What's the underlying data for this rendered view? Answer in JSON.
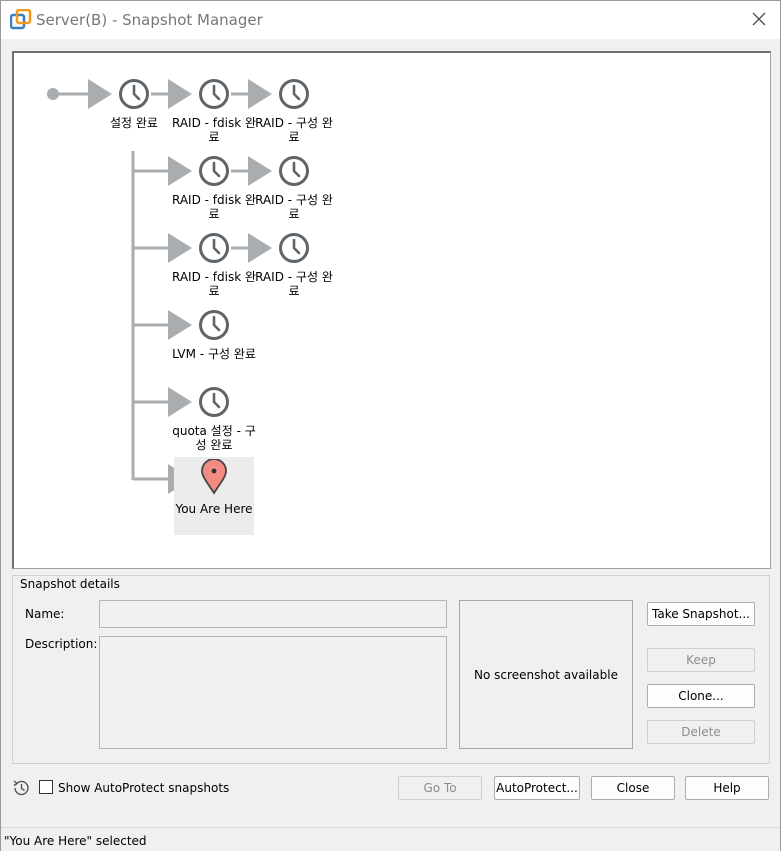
{
  "window": {
    "title": "Server(B) - Snapshot Manager",
    "status": "\"You Are Here\" selected"
  },
  "tree": {
    "nodes": [
      {
        "label": "설정 완료"
      },
      {
        "label": "RAID - fdisk 완료"
      },
      {
        "label": "RAID - 구성 완료"
      },
      {
        "label": "RAID - fdisk 완료"
      },
      {
        "label": "RAID - 구성 완료"
      },
      {
        "label": "RAID - fdisk 완료"
      },
      {
        "label": "RAID - 구성 완료"
      },
      {
        "label": "LVM - 구성 완료"
      },
      {
        "label": "quota 설정 - 구성 완료"
      },
      {
        "label": "You Are Here"
      }
    ]
  },
  "details": {
    "legend": "Snapshot details",
    "name_label": "Name:",
    "name_value": "",
    "description_label": "Description:",
    "description_value": "",
    "preview_text": "No screenshot available"
  },
  "buttons": {
    "take_snapshot": "Take Snapshot...",
    "keep": "Keep",
    "clone": "Clone...",
    "delete": "Delete",
    "go_to": "Go To",
    "autoprotect": "AutoProtect...",
    "close": "Close",
    "help": "Help"
  },
  "autoprotect": {
    "show_label": "Show AutoProtect snapshots",
    "checked": false
  },
  "colors": {
    "clock": "#5f6468",
    "arrow": "#a9adb0",
    "pin": "#f28b82"
  }
}
